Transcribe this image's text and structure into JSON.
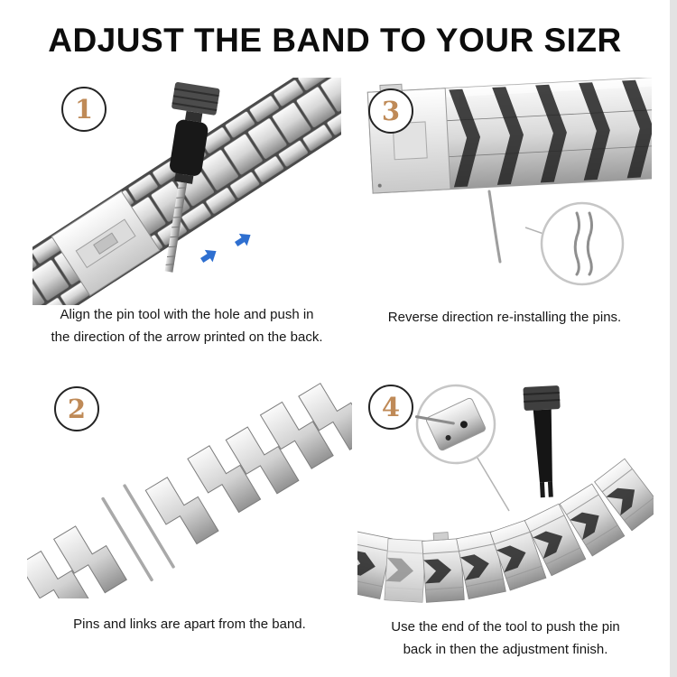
{
  "page": {
    "title": "ADJUST THE BAND TO YOUR SIZR"
  },
  "colors": {
    "step_number": "#bf8a57",
    "circle_border": "#242424",
    "arrow_blue": "#2e6fd0",
    "metal_light": "#f2f2f2",
    "metal_dark": "#8a8a8a"
  },
  "icons": {
    "direction_arrow": "blue right arrow printed on band link",
    "magnifier_circle": "zoom detail circle",
    "pin_tool": "watch band pin removal tool",
    "band_pin": "link pin rod"
  },
  "steps": [
    {
      "number": "1",
      "lines": [
        "Align the pin tool with the hole and push in",
        "the direction of the arrow printed on the back."
      ]
    },
    {
      "number": "2",
      "lines": [
        "Pins and links are apart from the band."
      ]
    },
    {
      "number": "3",
      "lines": [
        "Reverse direction re-installing the pins."
      ]
    },
    {
      "number": "4",
      "lines": [
        "Use the end of the tool to push the pin",
        "back in then the adjustment finish."
      ]
    }
  ]
}
